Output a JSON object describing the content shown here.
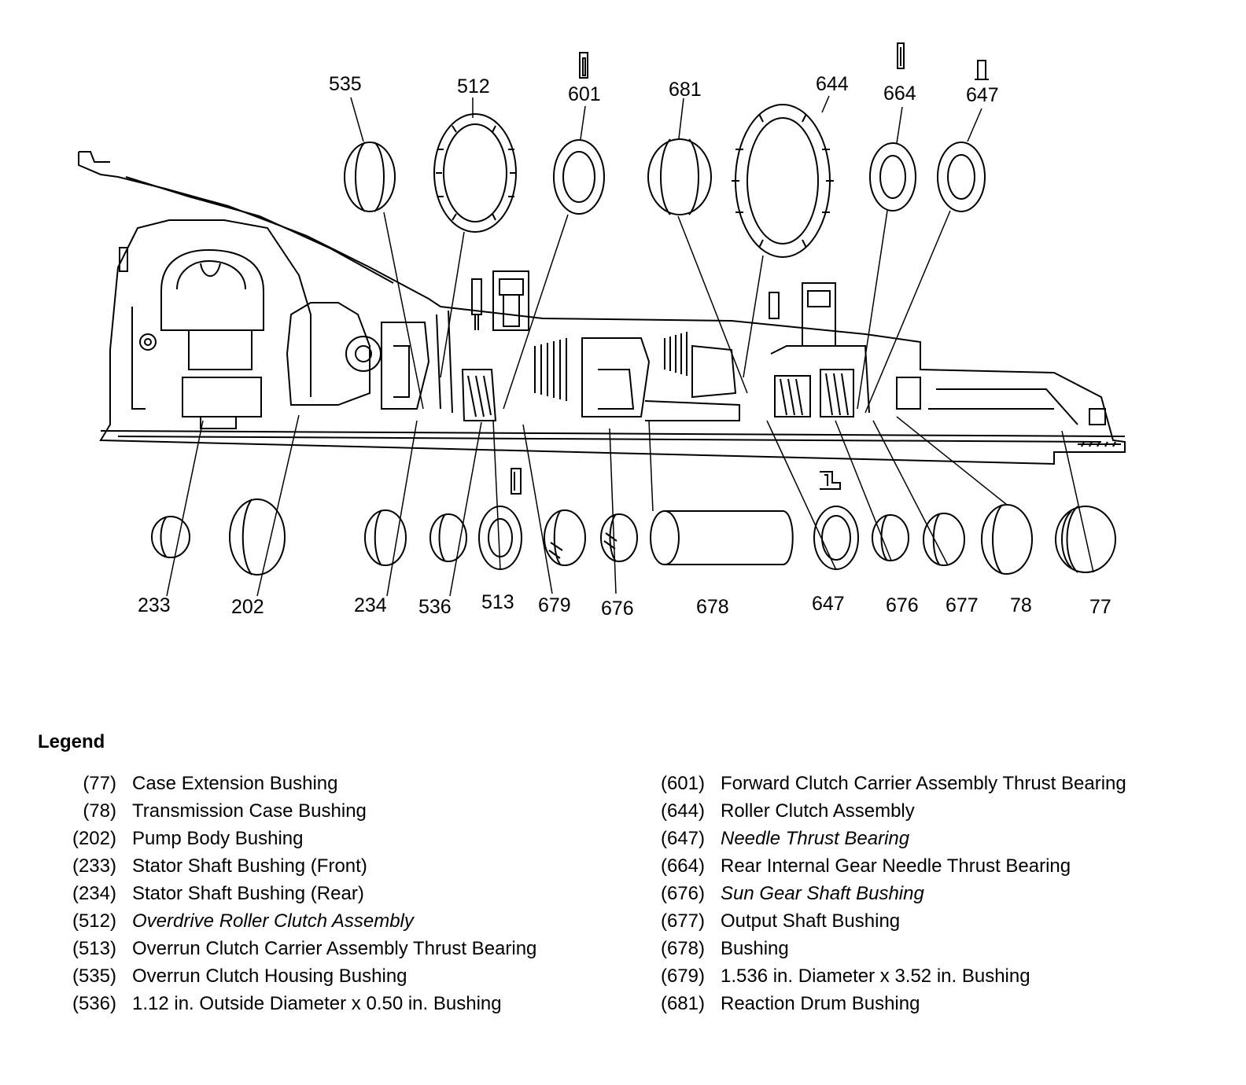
{
  "callouts_top": [
    {
      "id": "535",
      "label": "535"
    },
    {
      "id": "512",
      "label": "512"
    },
    {
      "id": "601",
      "label": "601"
    },
    {
      "id": "681",
      "label": "681"
    },
    {
      "id": "644",
      "label": "644"
    },
    {
      "id": "664",
      "label": "664"
    },
    {
      "id": "647t",
      "label": "647"
    }
  ],
  "callouts_bottom": [
    {
      "id": "233",
      "label": "233"
    },
    {
      "id": "202",
      "label": "202"
    },
    {
      "id": "234",
      "label": "234"
    },
    {
      "id": "536",
      "label": "536"
    },
    {
      "id": "513",
      "label": "513"
    },
    {
      "id": "679",
      "label": "679"
    },
    {
      "id": "676a",
      "label": "676"
    },
    {
      "id": "678",
      "label": "678"
    },
    {
      "id": "647b",
      "label": "647"
    },
    {
      "id": "676b",
      "label": "676"
    },
    {
      "id": "677",
      "label": "677"
    },
    {
      "id": "78",
      "label": "78"
    },
    {
      "id": "77",
      "label": "77"
    }
  ],
  "legend": {
    "title": "Legend",
    "left": [
      {
        "code": "(77)",
        "desc": "Case Extension Bushing"
      },
      {
        "code": "(78)",
        "desc": "Transmission Case Bushing"
      },
      {
        "code": "(202)",
        "desc": "Pump Body Bushing"
      },
      {
        "code": "(233)",
        "desc": "Stator Shaft Bushing (Front)"
      },
      {
        "code": "(234)",
        "desc": "Stator Shaft Bushing (Rear)"
      },
      {
        "code": "(512)",
        "desc": "Overdrive Roller Clutch Assembly"
      },
      {
        "code": "(513)",
        "desc": "Overrun Clutch Carrier Assembly Thrust Bearing"
      },
      {
        "code": "(535)",
        "desc": "Overrun Clutch Housing Bushing"
      },
      {
        "code": "(536)",
        "desc": "1.12 in. Outside Diameter x 0.50 in. Bushing"
      }
    ],
    "right": [
      {
        "code": "(601)",
        "desc": "Forward Clutch Carrier Assembly Thrust Bearing"
      },
      {
        "code": "(644)",
        "desc": "Roller Clutch Assembly"
      },
      {
        "code": "(647)",
        "desc": "Needle Thrust Bearing"
      },
      {
        "code": "(664)",
        "desc": "Rear Internal Gear Needle Thrust Bearing"
      },
      {
        "code": "(676)",
        "desc": "Sun Gear Shaft Bushing"
      },
      {
        "code": "(677)",
        "desc": "Output Shaft Bushing"
      },
      {
        "code": "(678)",
        "desc": "Bushing"
      },
      {
        "code": "(679)",
        "desc": "1.536 in. Diameter x 3.52 in. Bushing"
      },
      {
        "code": "(681)",
        "desc": "Reaction Drum Bushing"
      }
    ]
  }
}
